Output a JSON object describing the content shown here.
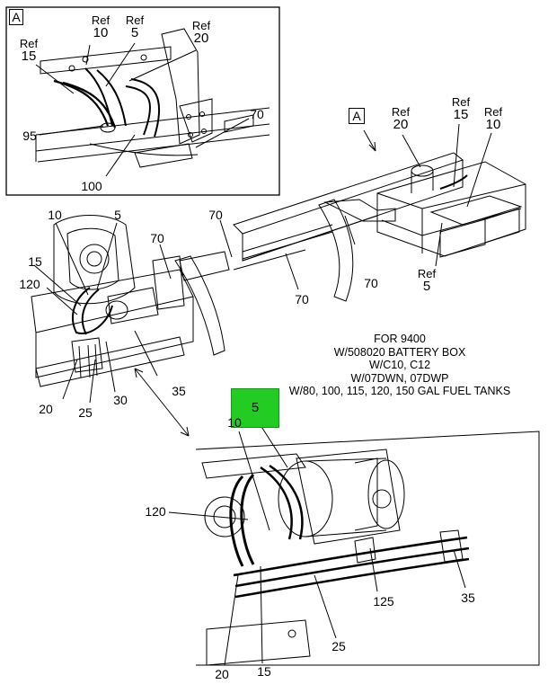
{
  "detail_view": {
    "view_letter": "A",
    "labels": {
      "ref10": {
        "ref": "Ref",
        "num": "10"
      },
      "ref5": {
        "ref": "Ref",
        "num": "5"
      },
      "ref20": {
        "ref": "Ref",
        "num": "20"
      },
      "ref15": {
        "ref": "Ref",
        "num": "15"
      },
      "n95": "95",
      "n70": "70",
      "n100": "100"
    }
  },
  "battery_box": {
    "view_letter": "A",
    "labels": {
      "ref20": {
        "ref": "Ref",
        "num": "20"
      },
      "ref15": {
        "ref": "Ref",
        "num": "15"
      },
      "ref10": {
        "ref": "Ref",
        "num": "10"
      },
      "ref5": {
        "ref": "Ref",
        "num": "5"
      }
    }
  },
  "main_view": {
    "labels": {
      "n10": "10",
      "n5": "5",
      "n15": "15",
      "n120": "120",
      "n70a": "70",
      "n70b": "70",
      "n70c": "70",
      "n70d": "70",
      "n35": "35",
      "n20": "20",
      "n25": "25",
      "n30": "30"
    }
  },
  "note": {
    "lines": [
      "FOR 9400",
      "W/508020 BATTERY BOX",
      "W/C10, C12",
      "W/07DWN, 07DWP",
      "W/80, 100, 115, 120, 150 GAL FUEL TANKS"
    ]
  },
  "highlight": {
    "label": "5",
    "color": "#22cc22"
  },
  "starter_view": {
    "labels": {
      "n10": "10",
      "n120": "120",
      "n125": "125",
      "n35": "35",
      "n25": "25",
      "n20": "20",
      "n15": "15"
    }
  }
}
